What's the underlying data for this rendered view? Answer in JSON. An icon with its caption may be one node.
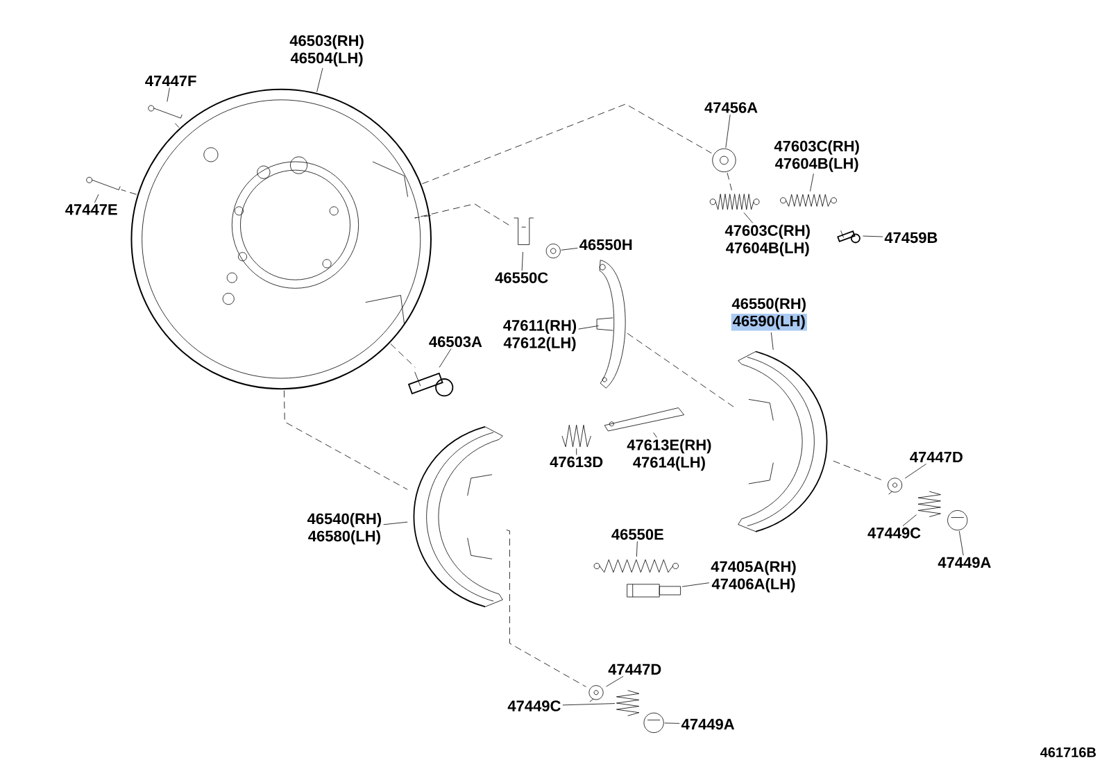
{
  "diagram": {
    "nodes": [
      {
        "text": [
          "46503(RH)",
          "46504(LH)"
        ]
      },
      {
        "text": [],
        "shape": "picture"
      },
      {
        "text": [
          "47447F"
        ]
      },
      {
        "text": [],
        "shape": "picture"
      },
      {
        "text": [
          "47447E"
        ]
      },
      {
        "text": [],
        "shape": "picture"
      },
      {
        "text": [
          "47456A"
        ]
      },
      {
        "text": [],
        "shape": "picture"
      },
      {
        "text": [
          "47603C(RH)",
          "47604B(LH)"
        ]
      },
      {
        "text": [],
        "shape": "picture"
      },
      {
        "text": [
          "47603C(RH)",
          "47604B(LH)"
        ]
      },
      {
        "text": [],
        "shape": "picture"
      },
      {
        "text": [
          "47459B"
        ]
      },
      {
        "text": [],
        "shape": "picture"
      },
      {
        "text": [
          "46550H"
        ]
      },
      {
        "text": [],
        "shape": "picture"
      },
      {
        "text": [
          "46550C"
        ]
      },
      {
        "text": [],
        "shape": "picture"
      },
      {
        "text": [
          "47611(RH)",
          "47612(LH)"
        ]
      },
      {
        "text": [],
        "shape": "picture"
      },
      {
        "text": [
          "46503A"
        ]
      },
      {
        "text": [],
        "shape": "picture"
      },
      {
        "text": [
          "46550(RH)",
          "46590(LH)"
        ]
      },
      {
        "text": [],
        "shape": "picture"
      },
      {
        "text": [
          "47613D"
        ]
      },
      {
        "text": [],
        "shape": "picture"
      },
      {
        "text": [
          "47613E(RH)",
          "47614(LH)"
        ]
      },
      {
        "text": [],
        "shape": "picture"
      },
      {
        "text": [
          "47447D"
        ]
      },
      {
        "text": [],
        "shape": "picture"
      },
      {
        "text": [
          "47449C"
        ]
      },
      {
        "text": [],
        "shape": "picture"
      },
      {
        "text": [
          "47449A"
        ]
      },
      {
        "text": [],
        "shape": "picture"
      },
      {
        "text": [
          "46540(RH)",
          "46580(LH)"
        ]
      },
      {
        "text": [],
        "shape": "picture"
      },
      {
        "text": [
          "46550E"
        ]
      },
      {
        "text": [],
        "shape": "picture"
      },
      {
        "text": [
          "47405A(RH)",
          "47406A(LH)"
        ]
      },
      {
        "text": [],
        "shape": "picture"
      },
      {
        "text": [
          "47447D"
        ]
      },
      {
        "text": [],
        "shape": "picture"
      },
      {
        "text": [
          "47449C"
        ]
      },
      {
        "text": [],
        "shape": "picture"
      },
      {
        "text": [
          "47449A"
        ]
      },
      {
        "text": [],
        "shape": "picture"
      }
    ],
    "edges": [
      {
        "from": 0,
        "to": 1,
        "arrow": "none"
      },
      {
        "from": 2,
        "to": 3,
        "arrow": "none"
      },
      {
        "from": 4,
        "to": 5,
        "arrow": "none"
      },
      {
        "from": 6,
        "to": 7,
        "arrow": "none"
      },
      {
        "from": 8,
        "to": 9,
        "arrow": "none"
      },
      {
        "from": 10,
        "to": 11,
        "arrow": "none"
      },
      {
        "from": 12,
        "to": 13,
        "arrow": "none"
      },
      {
        "from": 14,
        "to": 15,
        "arrow": "none"
      },
      {
        "from": 16,
        "to": 17,
        "arrow": "none"
      },
      {
        "from": 18,
        "to": 19,
        "arrow": "none"
      },
      {
        "from": 20,
        "to": 21,
        "arrow": "none"
      },
      {
        "from": 22,
        "to": 23,
        "arrow": "none"
      },
      {
        "from": 24,
        "to": 25,
        "arrow": "none"
      },
      {
        "from": 26,
        "to": 27,
        "arrow": "none"
      },
      {
        "from": 28,
        "to": 29,
        "arrow": "none"
      },
      {
        "from": 30,
        "to": 31,
        "arrow": "none"
      },
      {
        "from": 32,
        "to": 33,
        "arrow": "none"
      },
      {
        "from": 34,
        "to": 35,
        "arrow": "none"
      },
      {
        "from": 36,
        "to": 37,
        "arrow": "none"
      },
      {
        "from": 38,
        "to": 39,
        "arrow": "none"
      },
      {
        "from": 40,
        "to": 41,
        "arrow": "none"
      },
      {
        "from": 42,
        "to": 43,
        "arrow": "none"
      },
      {
        "from": 44,
        "to": 45,
        "arrow": "none"
      },
      {
        "from": 1,
        "to": 3,
        "arrow": "none",
        "style": "dashed"
      },
      {
        "from": 1,
        "to": 5,
        "arrow": "none",
        "style": "dashed"
      },
      {
        "from": 1,
        "to": 7,
        "arrow": "none",
        "style": "dashed"
      },
      {
        "from": 7,
        "to": 11,
        "arrow": "none",
        "style": "dashed"
      },
      {
        "from": 1,
        "to": 17,
        "arrow": "none",
        "style": "dashed"
      },
      {
        "from": 1,
        "to": 21,
        "arrow": "none",
        "style": "dashed"
      },
      {
        "from": 1,
        "to": 35,
        "arrow": "none",
        "style": "dashed"
      },
      {
        "from": 19,
        "to": 23,
        "arrow": "none",
        "style": "dashed"
      },
      {
        "from": 23,
        "to": 29,
        "arrow": "none",
        "style": "dashed"
      },
      {
        "from": 35,
        "to": 41,
        "arrow": "none",
        "style": "dashed"
      }
    ],
    "labels": [
      "461716B"
    ]
  }
}
